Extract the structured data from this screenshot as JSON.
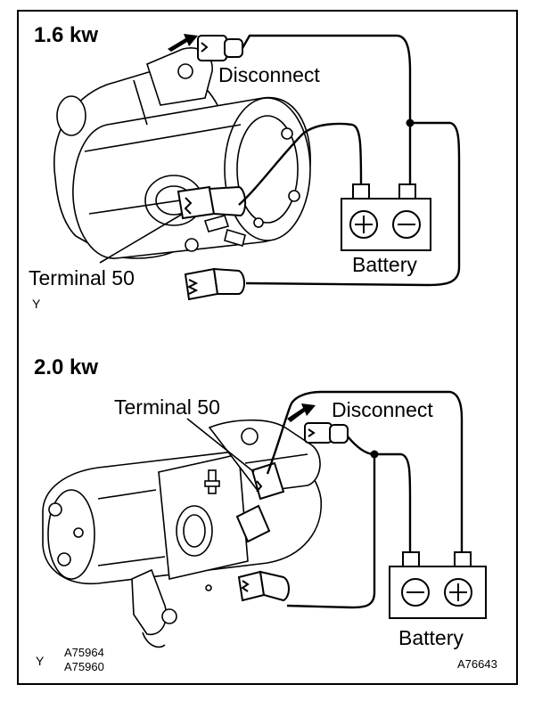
{
  "top": {
    "title": "1.6 kw",
    "disconnect": "Disconnect",
    "terminal": "Terminal 50",
    "battery": "Battery",
    "marker": "Y"
  },
  "bottom": {
    "title": "2.0 kw",
    "terminal": "Terminal 50",
    "disconnect": "Disconnect",
    "battery": "Battery",
    "marker": "Y"
  },
  "codes": {
    "left1": "A75964",
    "left2": "A75960",
    "right": "A76643"
  }
}
